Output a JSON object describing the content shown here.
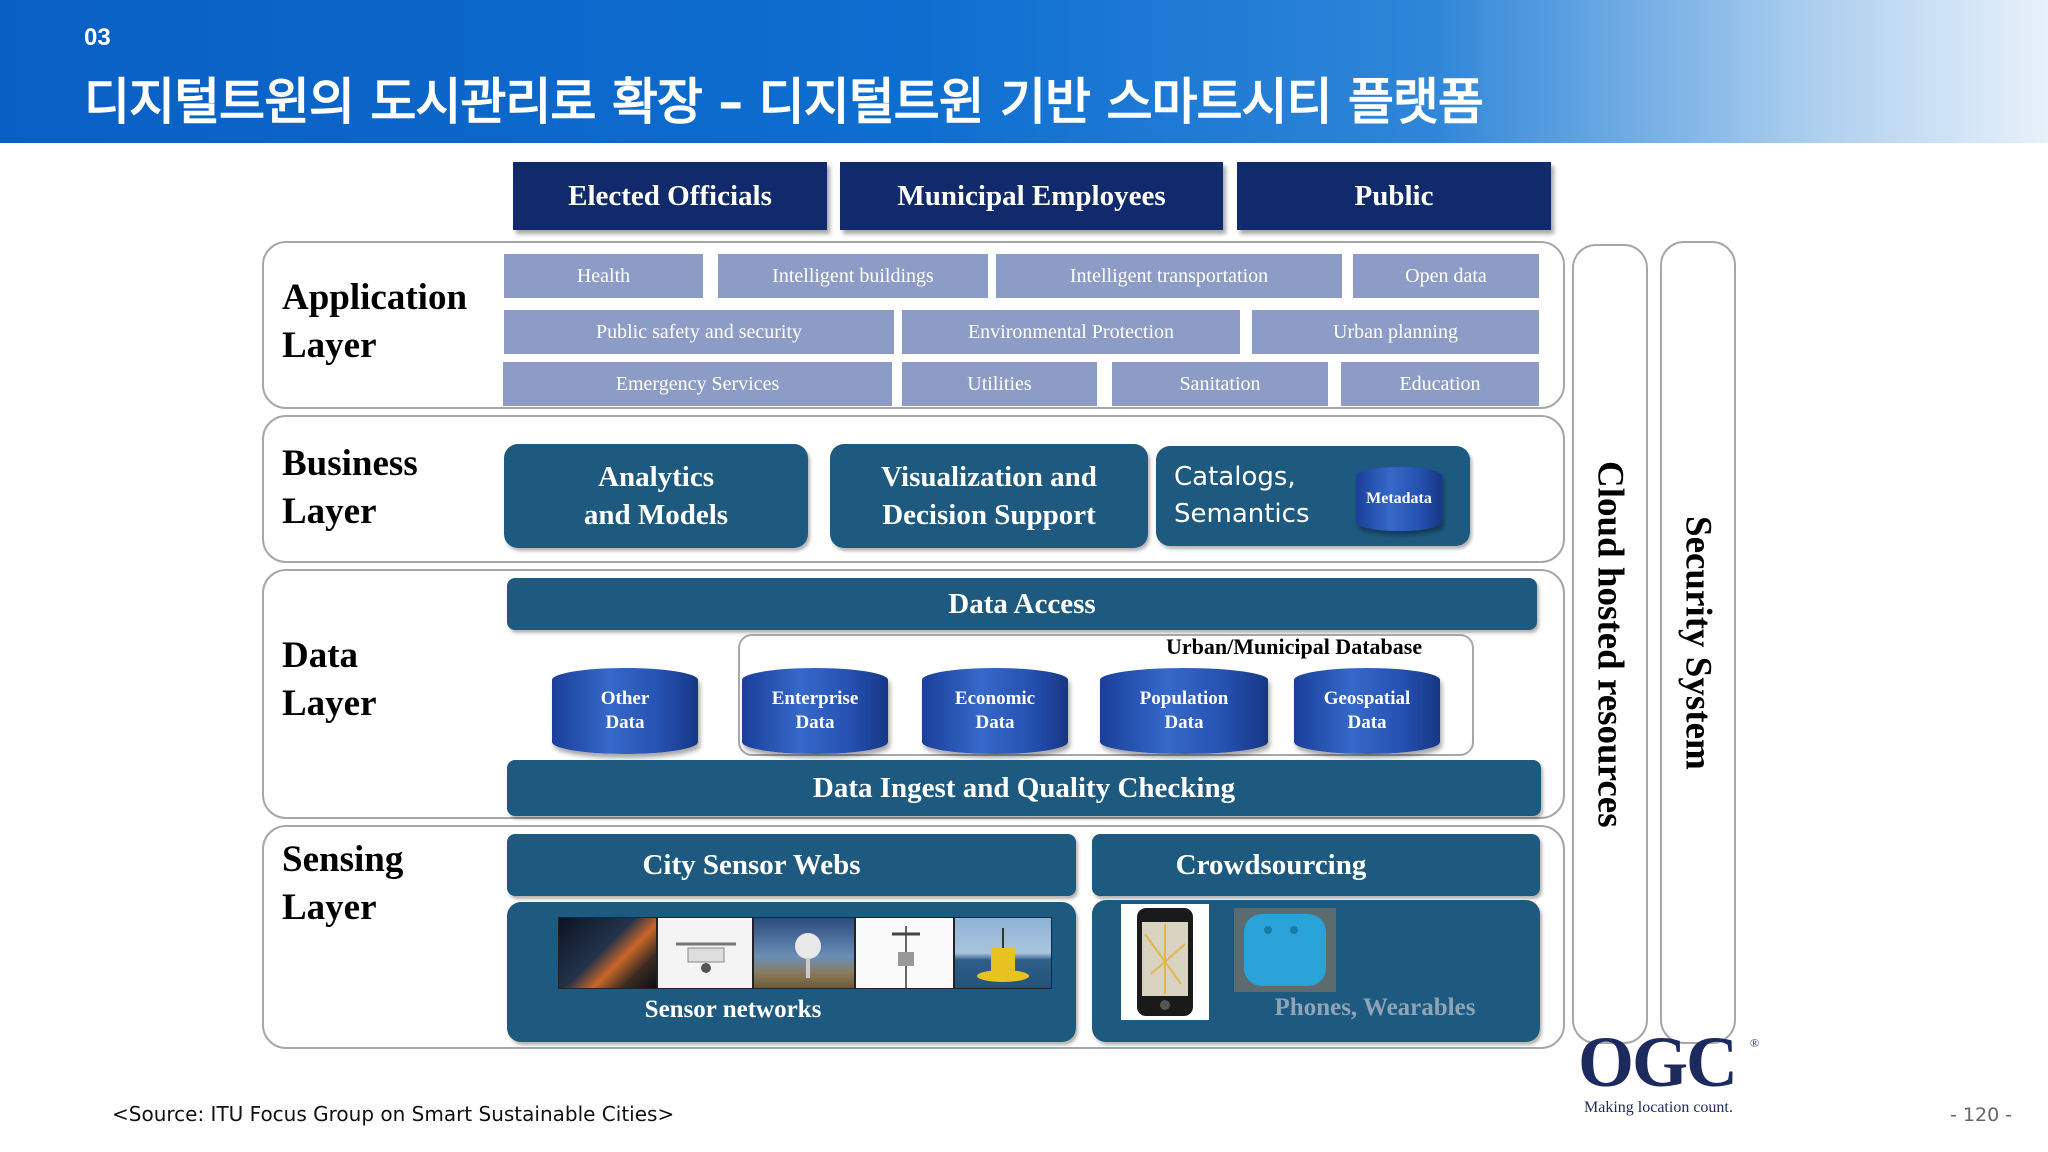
{
  "header": {
    "section_number": "03",
    "title": "디지털트윈의 도시관리로 확장 – 디지털트윈 기반 스마트시티 플랫폼"
  },
  "stakeholders": [
    "Elected Officials",
    "Municipal Employees",
    "Public"
  ],
  "application_layer": {
    "label_line1": "Application",
    "label_line2": "Layer",
    "row1": [
      "Health",
      "Intelligent buildings",
      "Intelligent transportation",
      "Open data"
    ],
    "row2": [
      "Public safety and security",
      "Environmental Protection",
      "Urban planning"
    ],
    "row3": [
      "Emergency Services",
      "Utilities",
      "Sanitation",
      "Education"
    ]
  },
  "business_layer": {
    "label_line1": "Business",
    "label_line2": "Layer",
    "analytics_line1": "Analytics",
    "analytics_line2": "and Models",
    "visualization_line1": "Visualization and",
    "visualization_line2": "Decision Support",
    "catalogs_line1": "Catalogs,",
    "catalogs_line2": "Semantics",
    "metadata": "Metadata"
  },
  "data_layer": {
    "label_line1": "Data",
    "label_line2": "Layer",
    "data_access": "Data Access",
    "municipal_db": "Urban/Municipal Database",
    "other_data": [
      "Other",
      "Data"
    ],
    "enterprise_data": [
      "Enterprise",
      "Data"
    ],
    "economic_data": [
      "Economic",
      "Data"
    ],
    "population_data": [
      "Population",
      "Data"
    ],
    "geospatial_data": [
      "Geospatial",
      "Data"
    ],
    "ingest": "Data Ingest and Quality Checking"
  },
  "sensing_layer": {
    "label_line1": "Sensing",
    "label_line2": "Layer",
    "city_sensor_webs": "City Sensor Webs",
    "crowdsourcing": "Crowdsourcing",
    "sensor_networks": "Sensor networks",
    "phones_wearables": "Phones, Wearables"
  },
  "side": {
    "cloud": "Cloud hosted resources",
    "security": "Security System"
  },
  "logo": {
    "name": "OGC",
    "tagline": "Making location count."
  },
  "footer": {
    "source": "<Source: ITU Focus Group on Smart Sustainable Cities>",
    "page": "- 120 -"
  }
}
